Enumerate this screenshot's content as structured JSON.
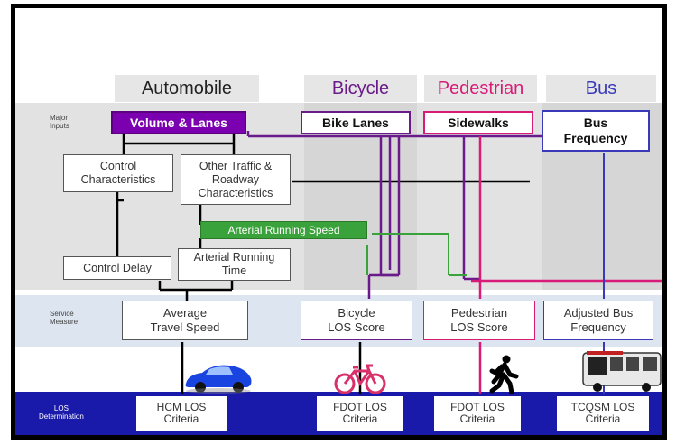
{
  "modes": {
    "automobile": "Automobile",
    "bicycle": "Bicycle",
    "pedestrian": "Pedestrian",
    "bus": "Bus"
  },
  "row_labels": {
    "major_inputs": "Major\nInputs",
    "service_measure": "Service\nMeasure",
    "los_determination": "LOS\nDetermination"
  },
  "inputs": {
    "volume_lanes": "Volume & Lanes",
    "bike_lanes": "Bike Lanes",
    "sidewalks": "Sidewalks",
    "bus_frequency": "Bus\nFrequency"
  },
  "process": {
    "control_characteristics": "Control\nCharacteristics",
    "other_traffic": "Other Traffic &\nRoadway\nCharacteristics",
    "arterial_running_speed": "Arterial Running Speed",
    "control_delay": "Control Delay",
    "arterial_running_time": "Arterial Running\nTime"
  },
  "measures": {
    "average_travel_speed": "Average\nTravel Speed",
    "bicycle_los_score": "Bicycle\nLOS Score",
    "pedestrian_los_score": "Pedestrian\nLOS Score",
    "adjusted_bus_frequency": "Adjusted Bus\nFrequency"
  },
  "los_criteria": {
    "hcm": "HCM LOS\nCriteria",
    "fdot_bicycle": "FDOT LOS\nCriteria",
    "fdot_pedestrian": "FDOT LOS\nCriteria",
    "tcqsm": "TCQSM LOS\nCriteria"
  },
  "icons": [
    "car-icon",
    "bicycle-icon",
    "pedestrian-icon",
    "bus-icon"
  ],
  "colors": {
    "automobile": "#000000",
    "bicycle": "#6a1b8a",
    "volume_lanes_fill": "#7a00b0",
    "pedestrian": "#d81b78",
    "bus": "#3a3ab8",
    "arterial_speed": "#3aa23a",
    "los_band": "#1a1aaa",
    "inputs_band": "#d9d9d9",
    "measure_band": "#dfe6f2"
  }
}
